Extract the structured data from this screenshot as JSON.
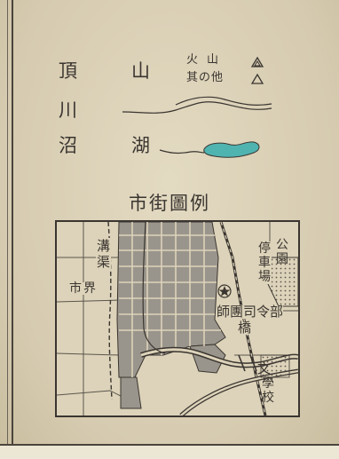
{
  "legend": {
    "peak": "頂",
    "mountain": "山",
    "volcano": "火山",
    "other": "其の他",
    "river": "川",
    "swamp": "沼",
    "lake": "湖"
  },
  "city_legend": {
    "title": "市街圖例",
    "park": "公園",
    "station": "停車場",
    "city_boundary": "市界",
    "canal": "溝渠",
    "headquarters": "師團司令部",
    "bridge": "橋",
    "school": "學校",
    "school_symbol": "文"
  },
  "colors": {
    "lake_fill": "#4fb3b0",
    "ink": "#3a3530",
    "block_fill": "#9a958c"
  }
}
